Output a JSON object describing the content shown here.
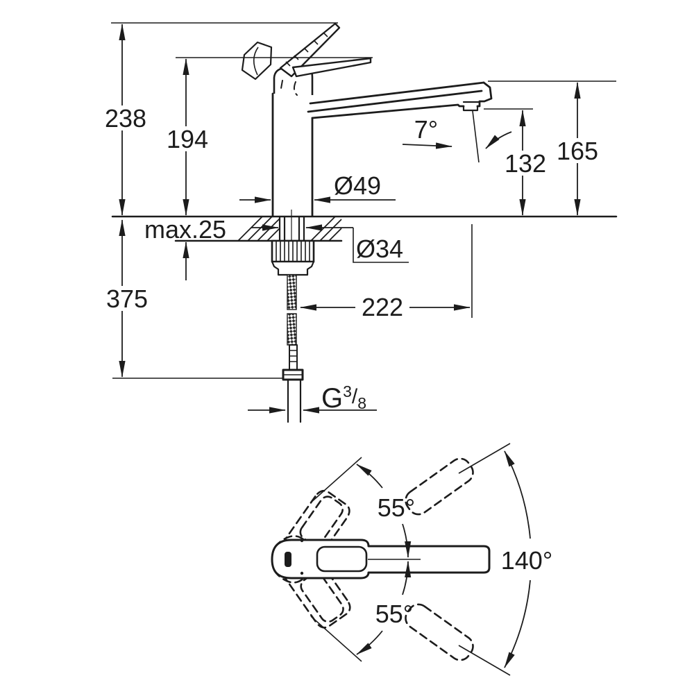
{
  "drawing": {
    "background": "#ffffff",
    "line_color": "#1c1c1c",
    "side_view": {
      "total_height": "238",
      "handle_height": "194",
      "spout_end_height": "165",
      "outlet_height": "132",
      "stream_angle": "7°",
      "base_diameter": "Ø49",
      "deck_thickness": "max.25",
      "hole_diameter": "Ø34",
      "hose_drop": "375",
      "spout_reach": "222",
      "thread": {
        "g": "G",
        "num": "3",
        "slash": "/",
        "den": "8"
      }
    },
    "top_view": {
      "lever_swing_upper": "55°",
      "lever_swing_lower": "55°",
      "spout_swivel": "140°"
    }
  }
}
